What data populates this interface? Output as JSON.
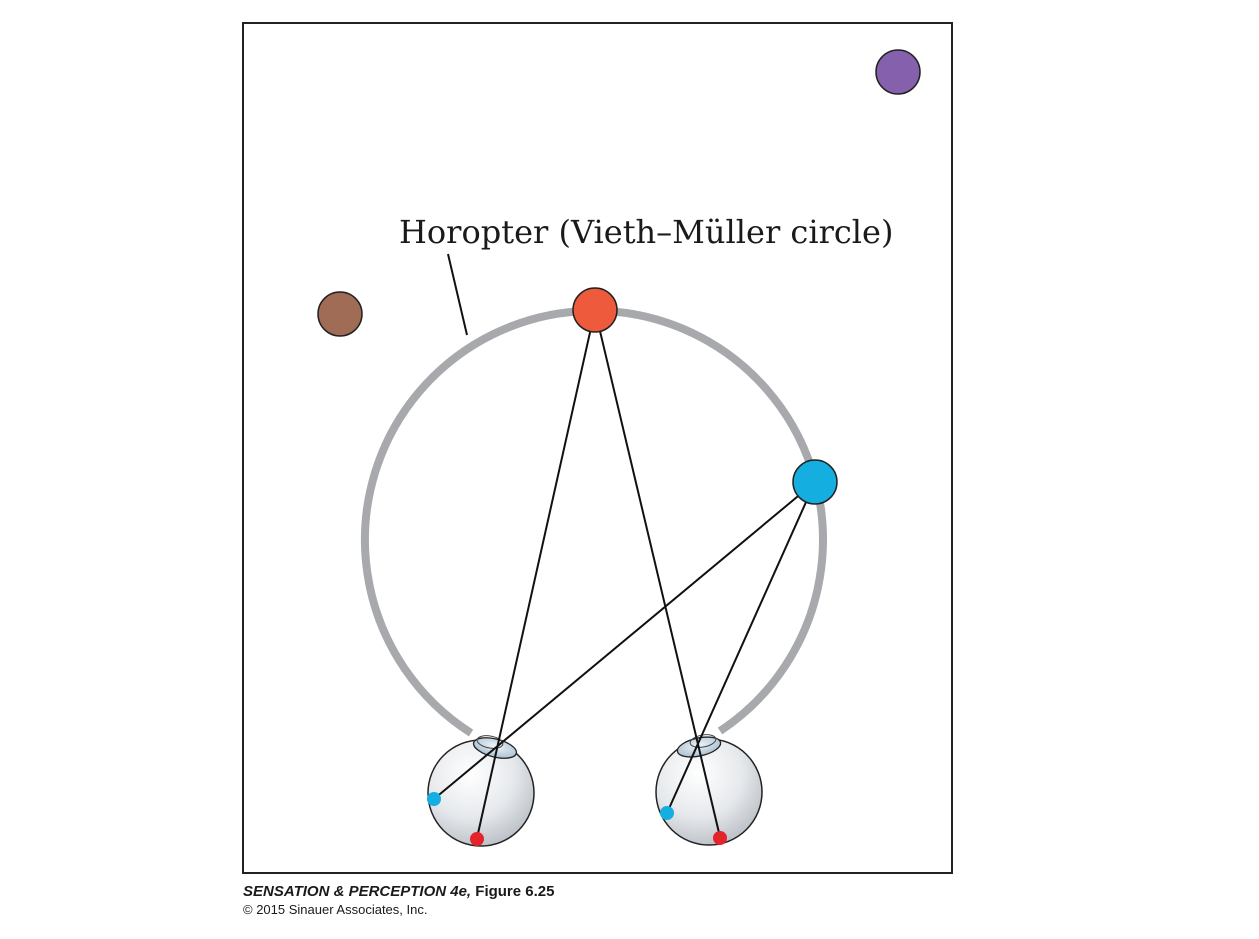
{
  "figure": {
    "label": "Horopter (Vieth–Müller circle)",
    "colors": {
      "frame": "#222222",
      "horopter": "#a7a9ac",
      "red_target": "#ee5a3c",
      "blue_target": "#14aee0",
      "brown_dot": "#a06c55",
      "purple_dot": "#8560ad",
      "retina_red": "#e4232b",
      "retina_blue": "#14aee0",
      "sight_line": "#111111"
    },
    "icons": {
      "left_eye": "eyeball-icon",
      "right_eye": "eyeball-icon"
    }
  },
  "caption": {
    "title_italic": "SENSATION & PERCEPTION 4e,",
    "title_rest": "Figure 6.25",
    "copyright": "© 2015 Sinauer Associates, Inc."
  }
}
